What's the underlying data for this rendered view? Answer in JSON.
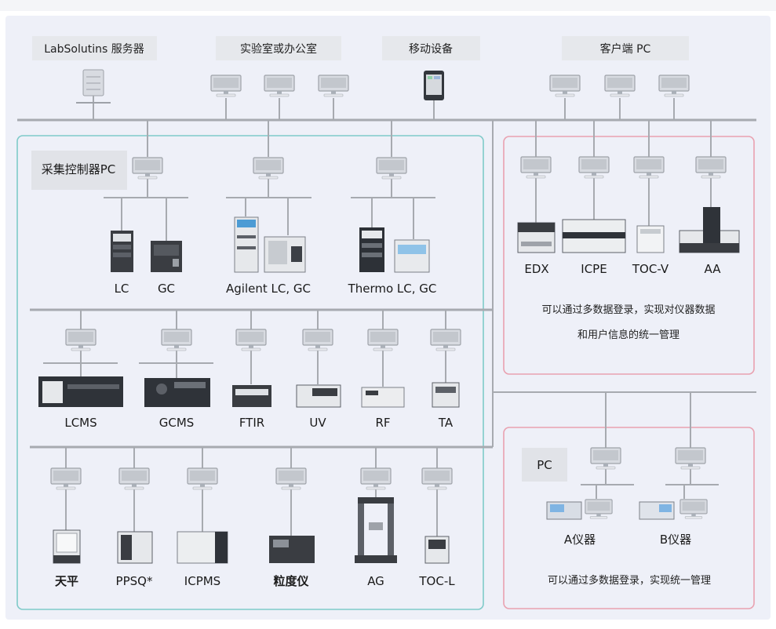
{
  "top_headers": [
    {
      "id": "server",
      "label": "LabSolutins 服务器"
    },
    {
      "id": "lab",
      "label": "实验室或办公室"
    },
    {
      "id": "mobile",
      "label": "移动设备"
    },
    {
      "id": "client",
      "label": "客户端 PC"
    }
  ],
  "acq_panel": {
    "title": "采集控制器PC",
    "row1": [
      {
        "id": "lc",
        "label": "LC"
      },
      {
        "id": "gc",
        "label": "GC"
      },
      {
        "id": "agilent",
        "label": "Agilent LC, GC"
      },
      {
        "id": "thermo",
        "label": "Thermo LC, GC"
      }
    ],
    "row2": [
      {
        "id": "lcms",
        "label": "LCMS"
      },
      {
        "id": "gcms",
        "label": "GCMS"
      },
      {
        "id": "ftir",
        "label": "FTIR"
      },
      {
        "id": "uv",
        "label": "UV"
      },
      {
        "id": "rf",
        "label": "RF"
      },
      {
        "id": "ta",
        "label": "TA"
      }
    ],
    "row3": [
      {
        "id": "balance",
        "label": "天平"
      },
      {
        "id": "ppsq",
        "label": "PPSQ*"
      },
      {
        "id": "icpms",
        "label": "ICPMS"
      },
      {
        "id": "particle",
        "label": "粒度仪"
      },
      {
        "id": "ag",
        "label": "AG"
      },
      {
        "id": "tocl",
        "label": "TOC-L"
      }
    ]
  },
  "right_top_panel": {
    "instruments": [
      {
        "id": "edx",
        "label": "EDX"
      },
      {
        "id": "icpe",
        "label": "ICPE"
      },
      {
        "id": "tocv",
        "label": "TOC-V"
      },
      {
        "id": "aa",
        "label": "AA"
      }
    ],
    "note_line1": "可以通过多数据登录，实现对仪器数据",
    "note_line2": "和用户信息的统一管理"
  },
  "right_bottom_panel": {
    "title": "PC",
    "instruments": [
      {
        "id": "inst_a",
        "label": "A仪器"
      },
      {
        "id": "inst_b",
        "label": "B仪器"
      }
    ],
    "note": "可以通过多数据登录，实现统一管理"
  },
  "colors": {
    "panel_teal": "#7fcac9",
    "panel_pink": "#e9a1b0",
    "line": "#a7aab0",
    "header_bg": "#e9eaee",
    "bg": "#eef0f8"
  }
}
